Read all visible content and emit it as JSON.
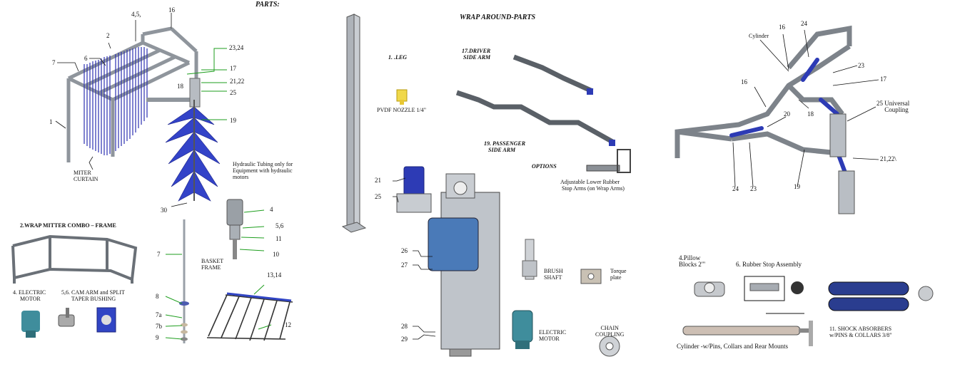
{
  "colors": {
    "frame": "#9aa0a8",
    "frame_dark": "#5f656c",
    "blue": "#2d3bb5",
    "leader": "#1e9e1e",
    "bg": "#ffffff"
  },
  "panel1": {
    "title": "PARTS:",
    "callouts": {
      "c1": "1",
      "c2": "2",
      "c45": "4,5,",
      "c16": "16",
      "c6": "6",
      "c7": "7",
      "c2324": "23,24",
      "c17": "17",
      "c18": "18",
      "c2122": "21,22",
      "c25": "25",
      "c19": "19",
      "c30": "30"
    },
    "miter_curtain": "MITER\nCURTAIN",
    "hydraulic_note": "Hydraulic Tubing only for\nEquipment with hydraulic\nmotors",
    "wrap_combo": "2.WRAP MITTER COMBO – FRAME",
    "electric_motor": "4. ELECTRIC\n     MOTOR",
    "cam_arm": "5,6. CAM ARM and SPLIT\n       TAPER BUSHING",
    "shaft_labels": {
      "s7": "7",
      "s8": "8",
      "s7a": "7a",
      "s7b": "7b",
      "s9": "9"
    },
    "basket_frame": "BASKET\nFRAME",
    "motor_labels": {
      "m4": "4",
      "m56": "5,6",
      "m11": "11",
      "m10": "10",
      "m1314": "13,14",
      "m12": "12"
    }
  },
  "panel2": {
    "title": "WRAP AROUND-PARTS",
    "leg": "1. .LEG",
    "nozzle": "PVDF NOZZLE 1/4\"",
    "driver": "17.DRIVER\n SIDE ARM",
    "passenger": "19. PASSENGER\n   SIDE ARM",
    "options": "OPTIONS",
    "rubber_stop": "Adjustable Lower Rubber\n Stop Arms (on Wrap Arms)",
    "callouts": {
      "c21": "21",
      "c25": "25",
      "c26": "26",
      "c27": "27",
      "c28": "28",
      "c29": "29"
    },
    "brush_shaft": "BRUSH\nSHAFT",
    "torque_plate": "Torque\nplate",
    "electric_motor": "ELECTRIC\nMOTOR",
    "chain_coupling": "CHAIN\nCOUPLING"
  },
  "panel3": {
    "callouts": {
      "cyl": "Cylinder",
      "c16a": "16",
      "c24a": "24",
      "c23a": "23",
      "c17": "17",
      "c16b": "16",
      "c18": "18",
      "c20": "20",
      "c25": "25 Universal\n     Coupling",
      "c2122": "21,22\\",
      "c24b": "24",
      "c23b": "23",
      "c19": "19"
    },
    "pillow": "4.Pillow\nBlocks 2\"'",
    "rubber_stop": "6. Rubber Stop Assembly",
    "shock": "11. SHOCK ABSORBERS\nw/PINS & COLLARS 3/8\"",
    "cylinder": "Cylinder -w/Pins, Collars and Rear Mounts"
  }
}
